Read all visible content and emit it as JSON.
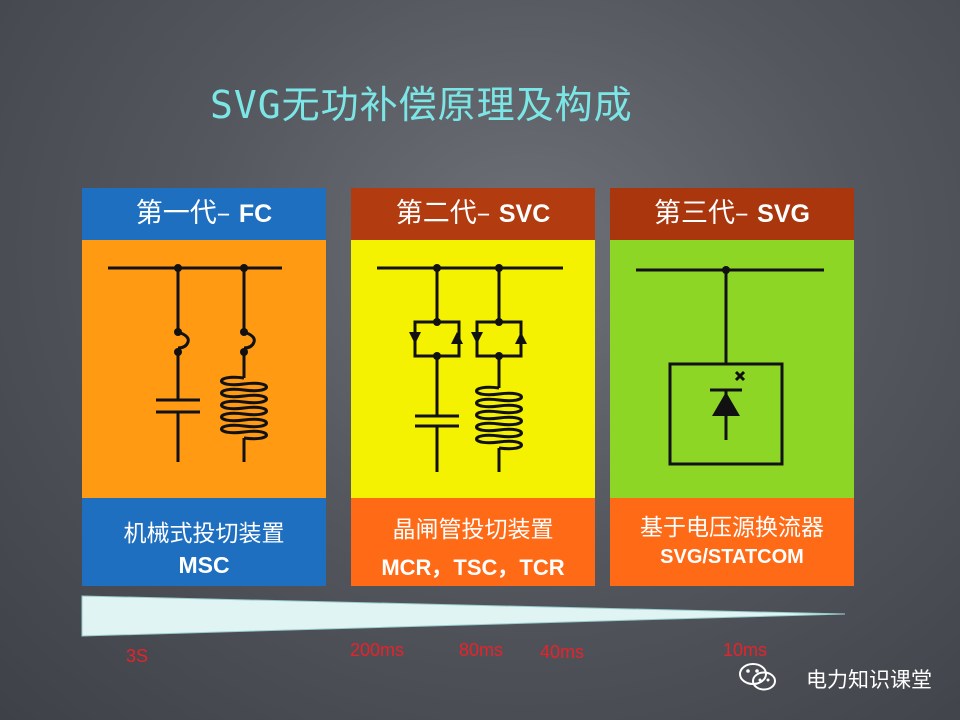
{
  "title": "SVG无功补偿原理及构成",
  "columns": [
    {
      "head_cn": "第一代",
      "head_sep": "–",
      "head_tag": "FC",
      "foot_cn": "机械式投切装置",
      "foot_en": "MSC",
      "head_color": "#1f6fc0",
      "body_color": "#ff9a12",
      "foot_color": "#1f6fc0"
    },
    {
      "head_cn": "第二代",
      "head_sep": "–",
      "head_tag": "SVC",
      "foot_cn": "晶闸管投切装置",
      "foot_en": "MCR，TSC，TCR",
      "head_color": "#b23b10",
      "body_color": "#f4f200",
      "foot_color": "#ff6a16"
    },
    {
      "head_cn": "第三代",
      "head_sep": "–",
      "head_tag": "SVG",
      "foot_cn": "基于电压源换流器",
      "foot_en": "SVG/STATCOM",
      "head_color": "#a9360c",
      "body_color": "#8ed626",
      "foot_color": "#ff6a16"
    }
  ],
  "timeline": {
    "labels": [
      "3S",
      "200ms",
      "80ms",
      "40ms",
      "10ms"
    ],
    "label_color": "#e8222a",
    "wedge_color": "#e0f4f4"
  },
  "watermark": "电力知识课堂",
  "icons": [
    "wechat-icon"
  ]
}
